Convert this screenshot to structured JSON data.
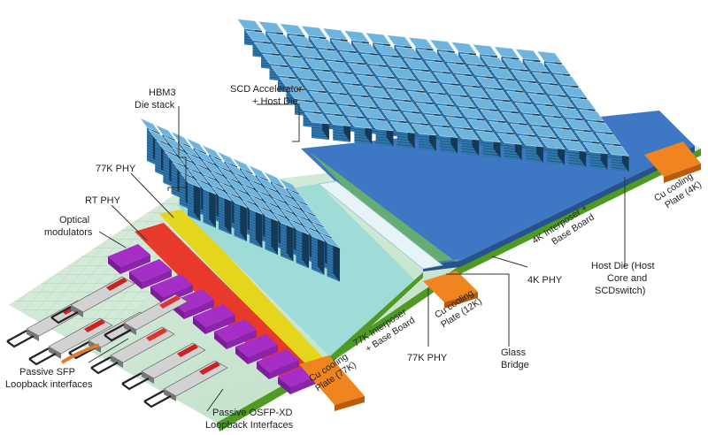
{
  "labels": {
    "hbm3_line1": "HBM3",
    "hbm3_line2": "Die stack",
    "scd_line1": "SCD Accelerator",
    "scd_line2": "+ Host Die",
    "phy77_top": "77K PHY",
    "rt_phy": "RT PHY",
    "optical_line1": "Optical",
    "optical_line2": "modulators",
    "sfp_line1": "Passive SFP",
    "sfp_line2": "Loopback interfaces",
    "osfp_line1": "Passive OSFP-XD",
    "osfp_line2": "Loopback Interfaces",
    "cu77_line1": "Cu cooling",
    "cu77_line2": "Plate (77K)",
    "interposer77_line1": "77K Interposer",
    "interposer77_line2": "+ Base Board",
    "phy77_bottom": "77K PHY",
    "cu12_line1": "Cu cooling",
    "cu12_line2": "Plate (12K)",
    "glass_line1": "Glass",
    "glass_line2": "Bridge",
    "phy4k": "4K PHY",
    "interposer4k_line1": "4K Interposer +",
    "interposer4k_line2": "Base Board",
    "host_line1": "Host Die (Host",
    "host_line2": "Core and",
    "host_line3": "SCDswitch)",
    "cu4k_line1": "Cu cooling",
    "cu4k_line2": "Plate (4K)"
  },
  "colors": {
    "board_green": "#7fcf3f",
    "board_green_dark": "#4e9a22",
    "pcb_light": "#cfe6d3",
    "die_blue": "#2f77ad",
    "die_blue_light": "#6fb4dc",
    "die_dark": "#143a57",
    "interposer_blue": "#3e78c4",
    "teal_band": "#9fdcd8",
    "red_band": "#e83a2a",
    "yellow_band": "#e5d51c",
    "optical_purple": "#a52ec7",
    "orange_plate": "#f0841e",
    "connector_grey": "#9a9a9a",
    "leader_line": "#333333"
  }
}
